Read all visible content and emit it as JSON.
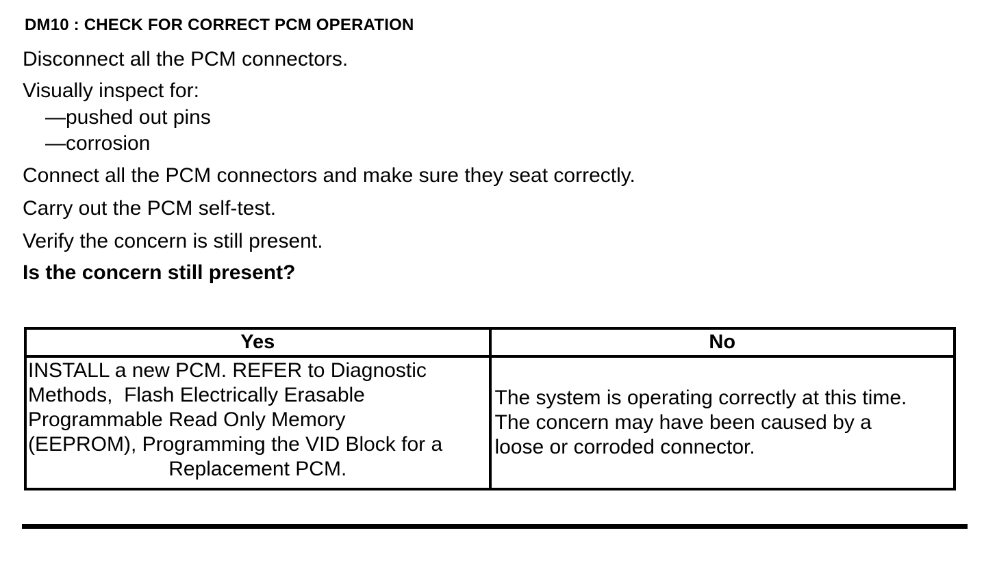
{
  "colors": {
    "text": "#000000",
    "background": "#ffffff",
    "table_border": "#000000"
  },
  "procedure": {
    "heading": "DM10 : CHECK FOR CORRECT PCM OPERATION",
    "steps": {
      "disconnect": "Disconnect all the PCM connectors.",
      "inspect": "Visually inspect for:",
      "inspect_items": [
        "—pushed out pins",
        "—corrosion"
      ],
      "connect": "Connect all the PCM connectors and make sure they seat correctly.",
      "self_test": "Carry out the PCM self-test.",
      "verify": "Verify the concern is still present."
    },
    "question": "Is the concern still present?"
  },
  "results_table": {
    "headers": {
      "yes": "Yes",
      "no": "No"
    },
    "yes_cell": {
      "lines": [
        "INSTALL a new PCM. REFER to Diagnostic",
        "Methods,  Flash Electrically Erasable",
        "Programmable Read Only Memory",
        "(EEPROM), Programming the VID Block for a"
      ],
      "last_line": "Replacement PCM."
    },
    "no_cell": {
      "lines": [
        "The system is operating correctly at this time.",
        "The concern may have been caused by a",
        "loose or corroded connector."
      ]
    }
  }
}
